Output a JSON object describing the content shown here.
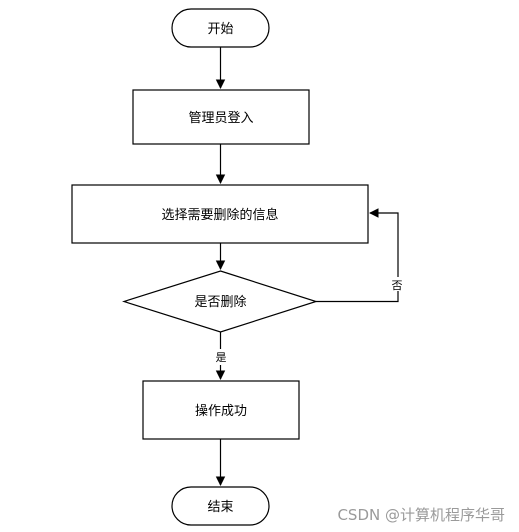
{
  "nodes": {
    "start": "开始",
    "login": "管理员登入",
    "select": "选择需要删除的信息",
    "decision": "是否删除",
    "success": "操作成功",
    "end": "结束"
  },
  "edges": {
    "no": "否",
    "yes": "是"
  },
  "watermark": "CSDN @计算机程序华哥"
}
